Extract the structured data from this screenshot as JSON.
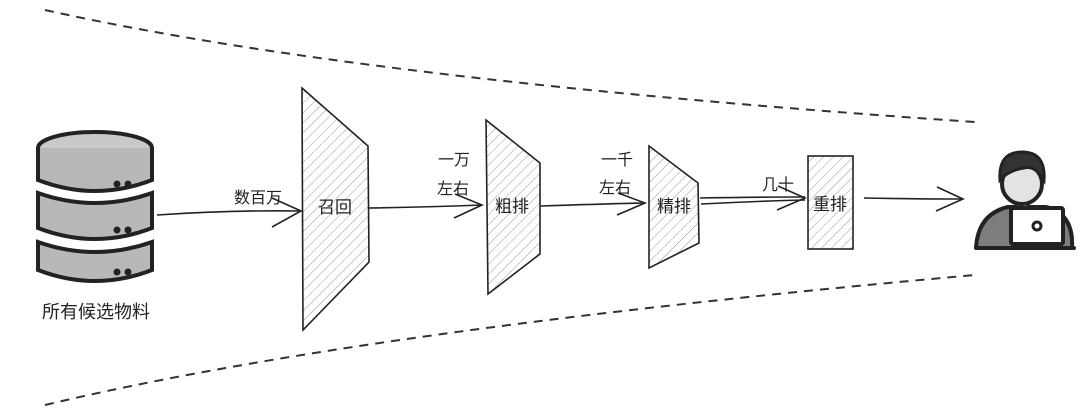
{
  "source": {
    "label": "所有候选物料"
  },
  "stages": [
    {
      "name": "召回",
      "input_label": [
        "数百万"
      ]
    },
    {
      "name": "粗排",
      "input_label": [
        "一万",
        "左右"
      ]
    },
    {
      "name": "精排",
      "input_label": [
        "一千",
        "左右"
      ]
    },
    {
      "name": "重排",
      "input_label": [
        "几十"
      ]
    }
  ],
  "icons": {
    "source": "database-icon",
    "target": "user-laptop-icon"
  },
  "colors": {
    "stroke": "#222222",
    "hatch": "#9a9a9a",
    "dash": "#333333"
  }
}
